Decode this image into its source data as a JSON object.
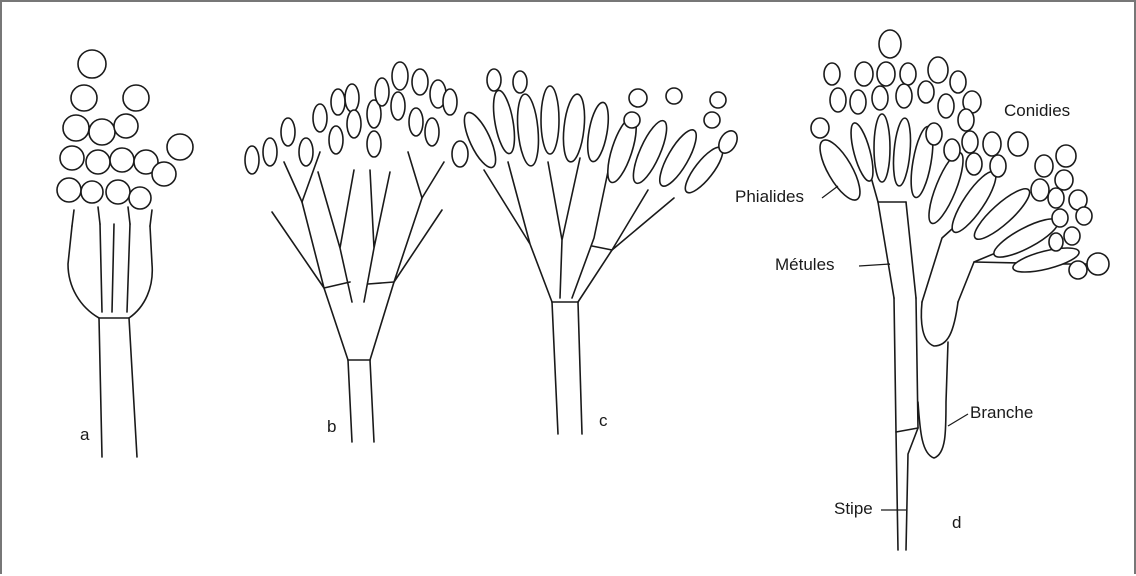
{
  "figure": {
    "panel_labels": {
      "a": "a",
      "b": "b",
      "c": "c",
      "d": "d"
    },
    "part_labels": {
      "conidia": "Conidies",
      "phialides": "Phialides",
      "metulae": "Métules",
      "branch": "Branche",
      "stipe": "Stipe"
    }
  }
}
